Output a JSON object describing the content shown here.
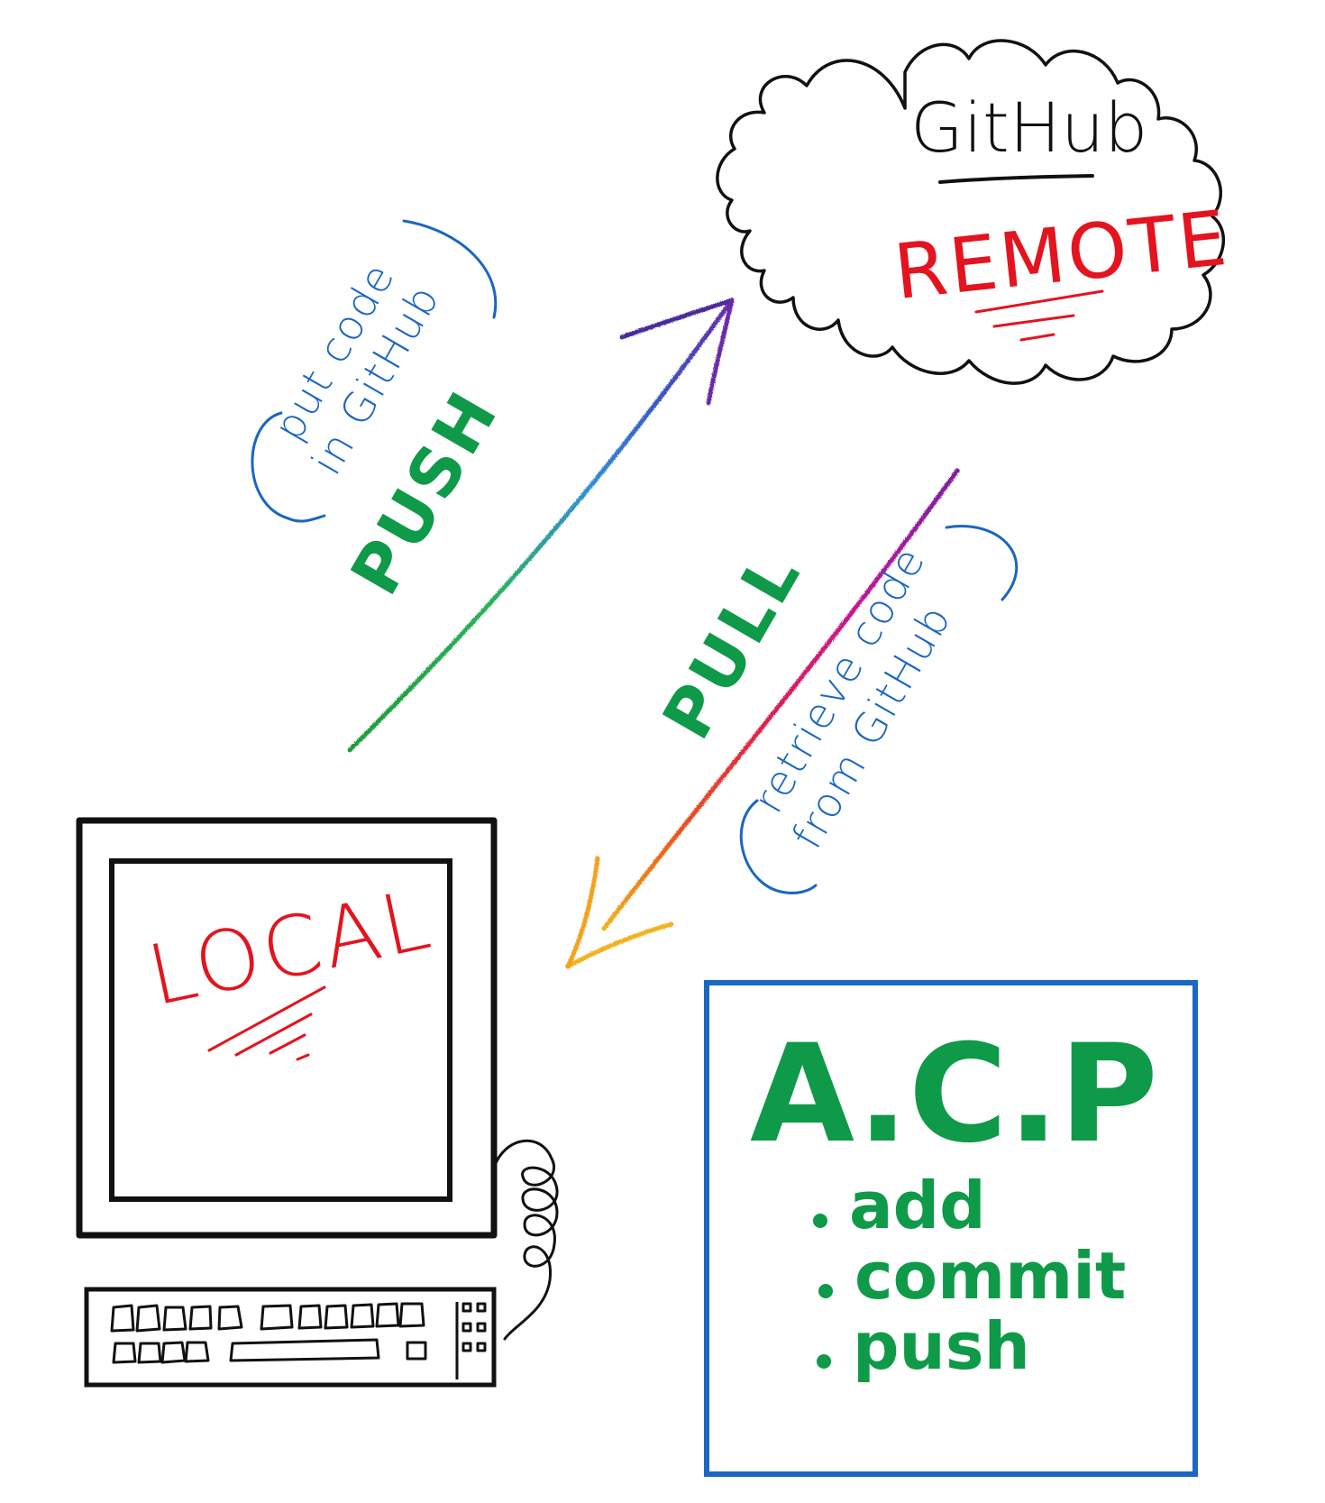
{
  "colors": {
    "ink": "#111111",
    "green": "#0e9a48",
    "blue": "#1a66c2",
    "red": "#e3141f",
    "box_blue": "#1a67c4"
  },
  "remote": {
    "title": "GitHub",
    "subtitle": "REMOTE"
  },
  "local": {
    "title": "LOCAL"
  },
  "push": {
    "label": "PUSH",
    "note_line1": "put code",
    "note_line2": "in GitHub"
  },
  "pull": {
    "label": "PULL",
    "note_line1": "retrieve code",
    "note_line2": "from GitHub"
  },
  "acp": {
    "title": "A.C.P",
    "items": [
      "add",
      "commit",
      "push"
    ]
  },
  "icons": {
    "cloud": "cloud-icon",
    "computer": "computer-monitor-icon",
    "keyboard": "keyboard-icon",
    "push_arrow": "arrow-up-right-icon",
    "pull_arrow": "arrow-down-left-icon"
  }
}
